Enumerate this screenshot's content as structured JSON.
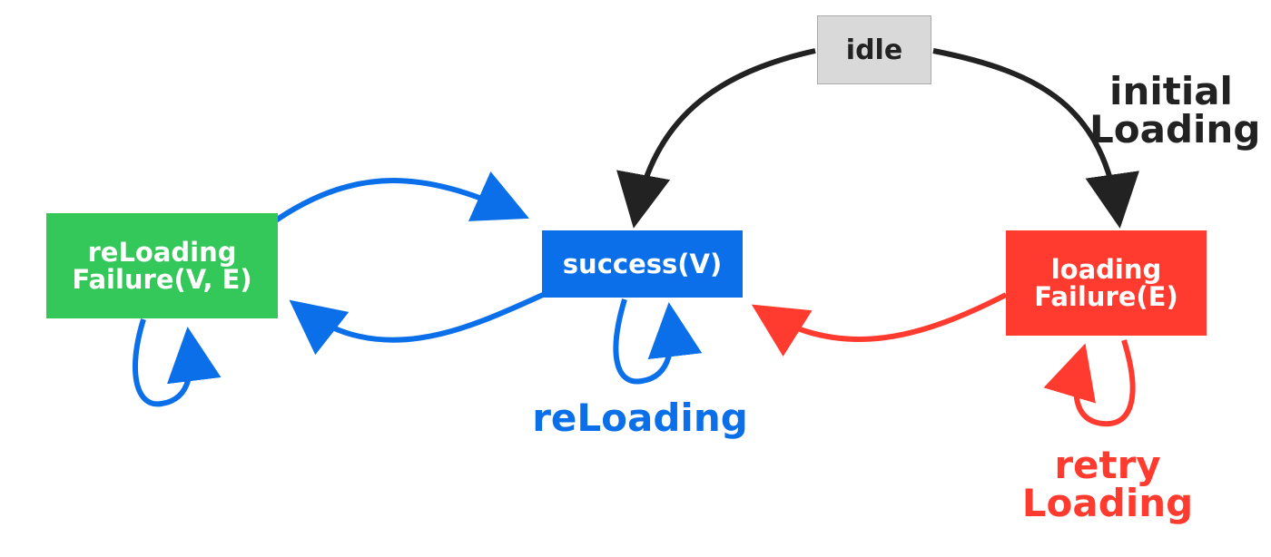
{
  "nodes": {
    "idle": {
      "text": "idle",
      "fill": "#d9d9d9",
      "text_color": "#222222"
    },
    "success": {
      "text": "success(V)",
      "fill": "#0a6fe8",
      "text_color": "#ffffff"
    },
    "reloading_failure": {
      "line1": "reLoading",
      "line2": "Failure(V, E)",
      "fill": "#34c759",
      "text_color": "#ffffff"
    },
    "loading_failure": {
      "line1": "loading",
      "line2": "Failure(E)",
      "fill": "#ff3b30",
      "text_color": "#ffffff"
    }
  },
  "edge_labels": {
    "initial_loading": {
      "line1": "initial",
      "line2": "Loading",
      "color": "#222222"
    },
    "reloading": {
      "text": "reLoading",
      "color": "#0a6fe8"
    },
    "retry_loading": {
      "line1": "retry",
      "line2": "Loading",
      "color": "#ff3b30"
    }
  },
  "colors": {
    "black_edge": "#222222",
    "blue_edge": "#0a6fe8",
    "red_edge": "#ff3b30"
  }
}
